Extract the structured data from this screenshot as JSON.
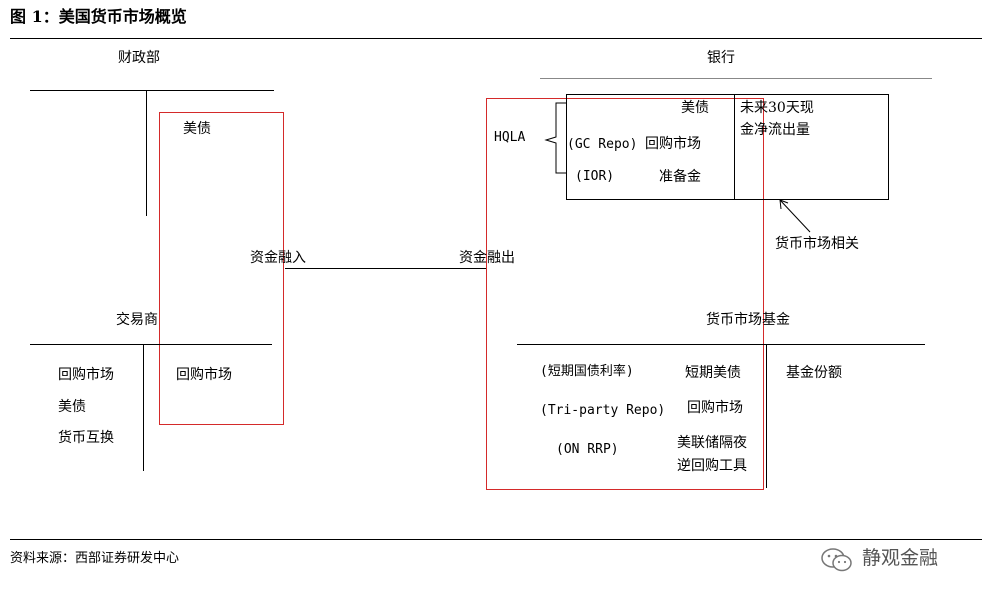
{
  "header": {
    "title": "图 1：美国货币市场概览"
  },
  "treasury": {
    "label": "财政部"
  },
  "banks": {
    "label": "银行"
  },
  "dealers": {
    "label": "交易商"
  },
  "mmf": {
    "label": "货币市场基金"
  },
  "left_red": {
    "treasuries": "美债",
    "repo_market": "回购市场"
  },
  "flows": {
    "funds_in": "资金融入",
    "funds_out": "资金融出"
  },
  "hqla": {
    "label": "HQLA",
    "treasuries": "美债",
    "gc_repo": "(GC Repo)",
    "repo_market": "回购市场",
    "ior": "(IOR)",
    "reserves": "准备金",
    "outflow_line1": "未来30天现",
    "outflow_line2": "金净流出量"
  },
  "mm_related": "货币市场相关",
  "dealer_items": [
    "回购市场",
    "美债",
    "货币互换"
  ],
  "mmf_items": {
    "short_rate": "(短期国债利率)",
    "short_treasuries": "短期美债",
    "triparty": "(Tri-party Repo)",
    "repo_market": "回购市场",
    "on_rrp": "(ON RRP)",
    "fed_rrp_line1": "美联储隔夜",
    "fed_rrp_line2": "逆回购工具",
    "fund_shares": "基金份额"
  },
  "footer": {
    "source": "资料来源：西部证券研发中心",
    "watermark": "静观金融"
  }
}
